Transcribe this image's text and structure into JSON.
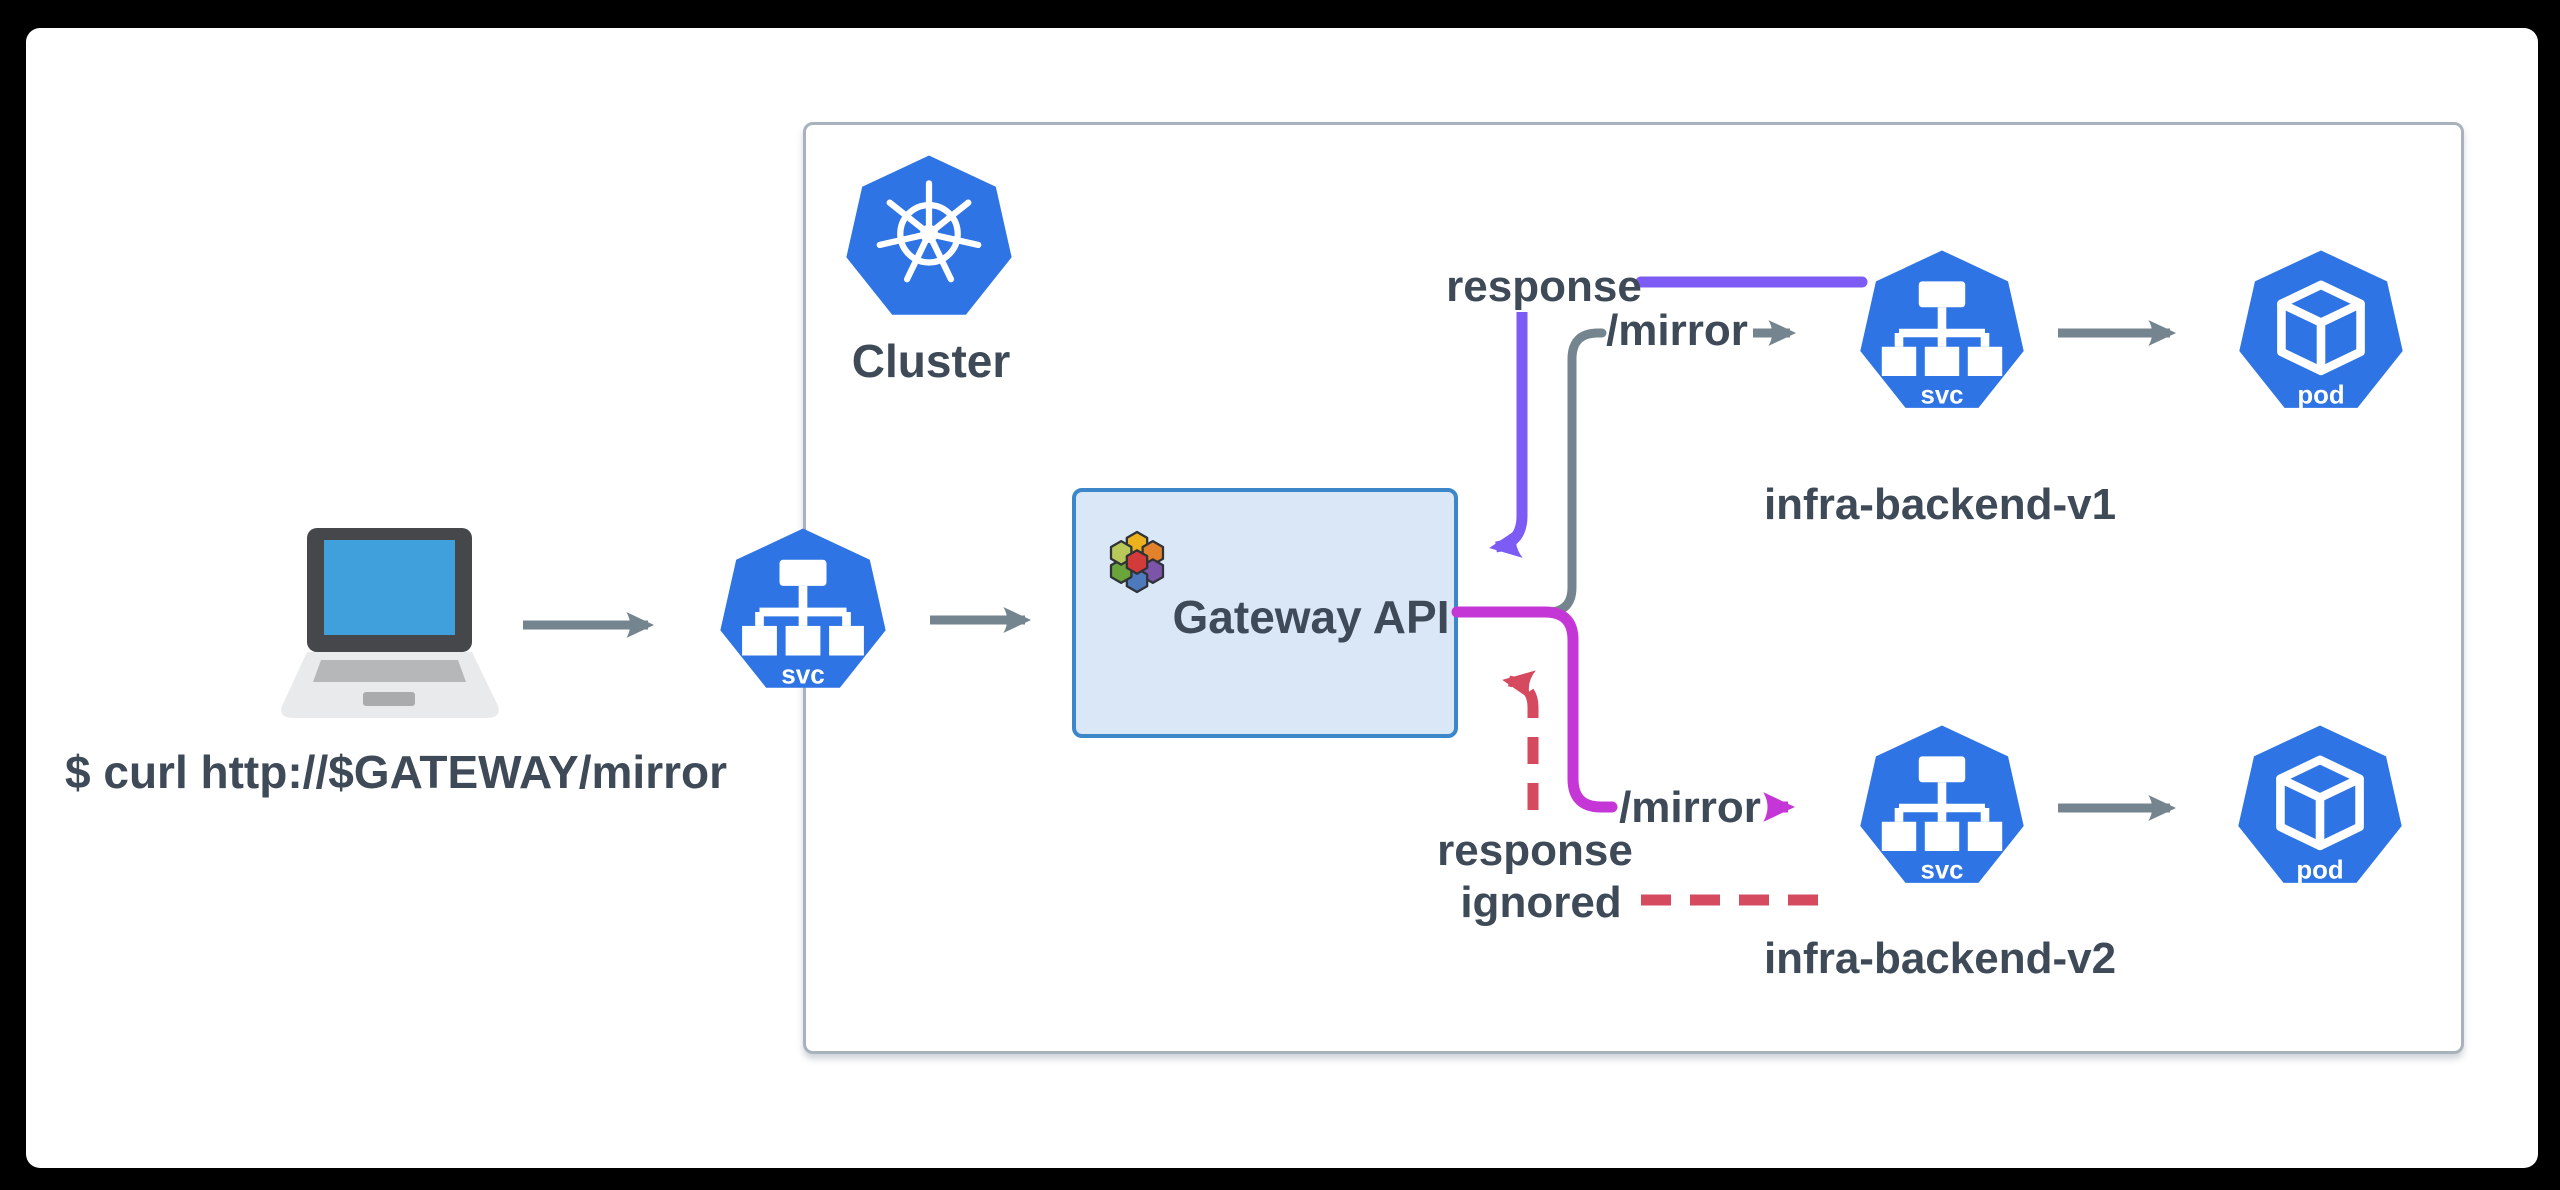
{
  "client": {
    "command": "$ curl http://$GATEWAY/mirror"
  },
  "cluster": {
    "label": "Cluster"
  },
  "gateway": {
    "label": "Gateway API"
  },
  "icons": {
    "svc_label": "svc",
    "pod_label": "pod"
  },
  "backends": {
    "v1": {
      "name": "infra-backend-v1",
      "request_label": "/mirror",
      "response_label": "response"
    },
    "v2": {
      "name": "infra-backend-v2",
      "request_label": "/mirror",
      "response_label_line1": "response",
      "response_label_line2": "ignored"
    }
  },
  "colors": {
    "kubernetes_blue": "#2e74e4",
    "response_purple": "#7c5cf5",
    "mirror_magenta": "#c437d6",
    "response_ignored_red": "#d64a60",
    "arrow_gray": "#75858f",
    "text_slate": "#3e4a57",
    "gateway_box_fill": "#d9e7f6",
    "gateway_box_border": "#3b87ca",
    "cluster_border": "#a7b2bd"
  }
}
